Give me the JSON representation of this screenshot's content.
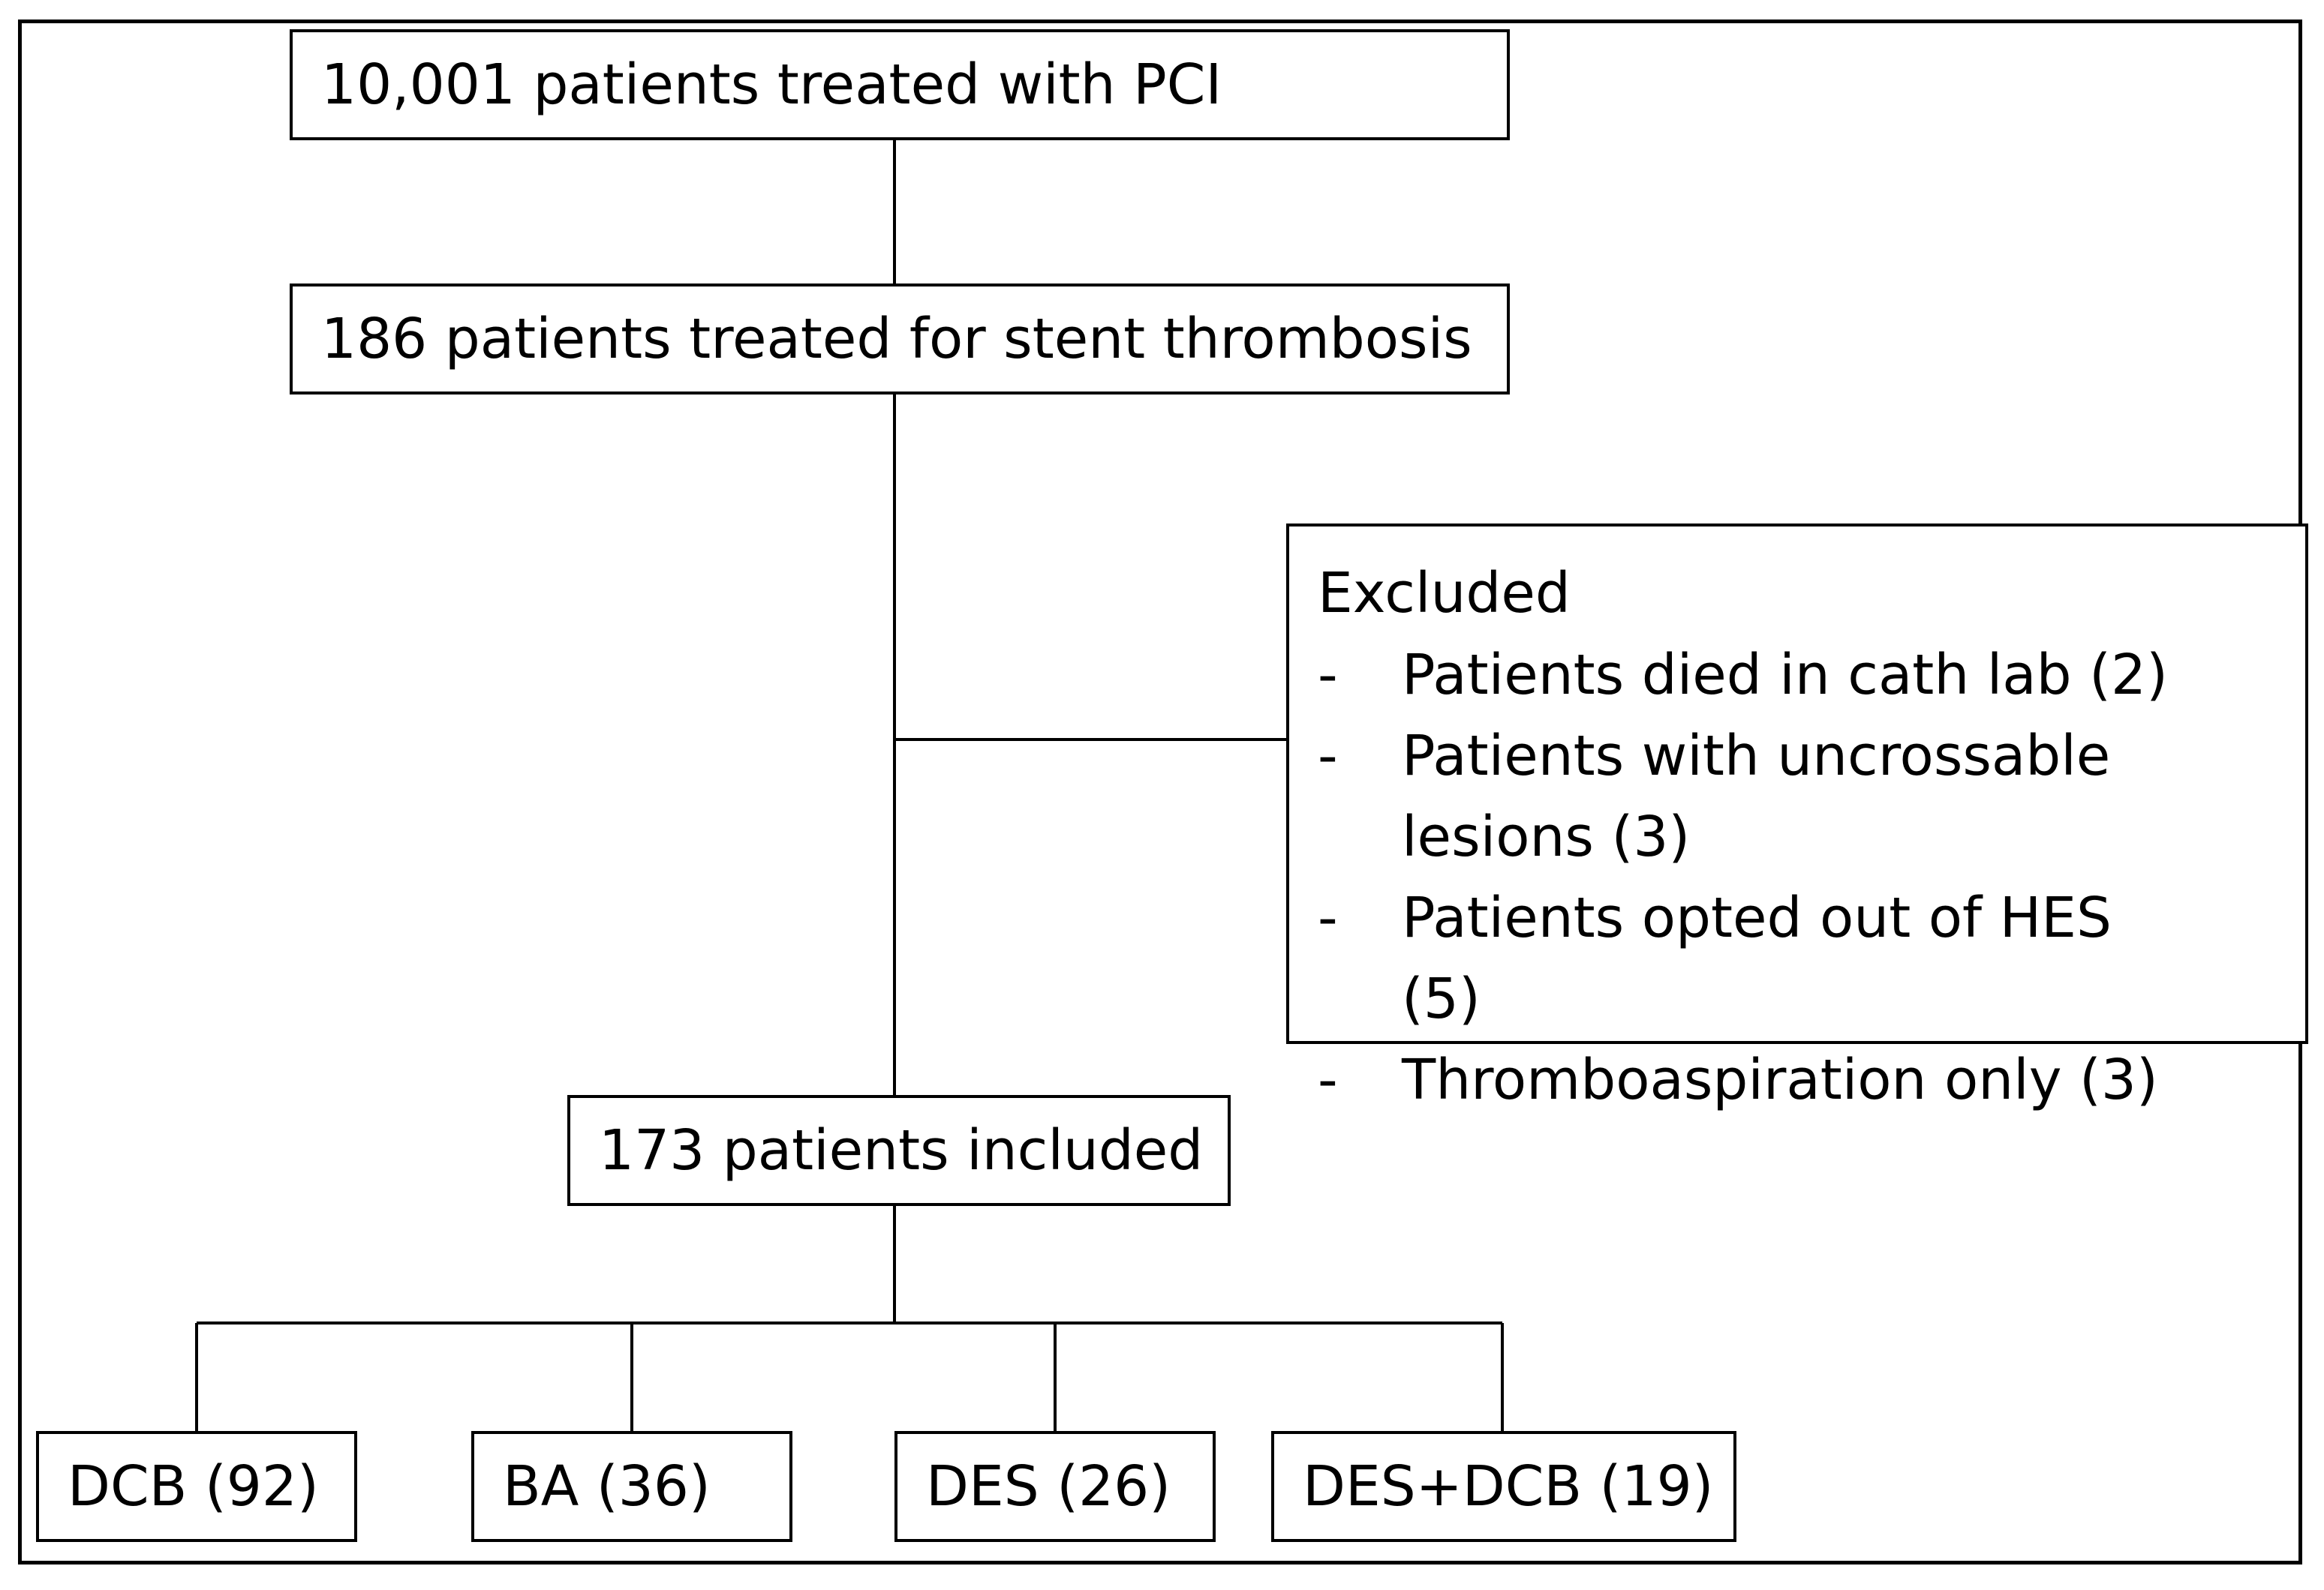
{
  "flowchart": {
    "step1": "10,001 patients treated with PCI",
    "step2": "186 patients treated for stent thrombosis",
    "excluded": {
      "title": "Excluded",
      "items": [
        "Patients died in cath lab (2)",
        "Patients with uncrossable lesions (3)",
        "Patients opted out of HES (5)",
        "Thromboaspiration only (3)"
      ]
    },
    "included": "173 patients included",
    "arms": [
      {
        "label": "DCB (92)"
      },
      {
        "label": "BA (36)"
      },
      {
        "label": "DES (26)"
      },
      {
        "label": "DES+DCB (19)"
      }
    ]
  }
}
